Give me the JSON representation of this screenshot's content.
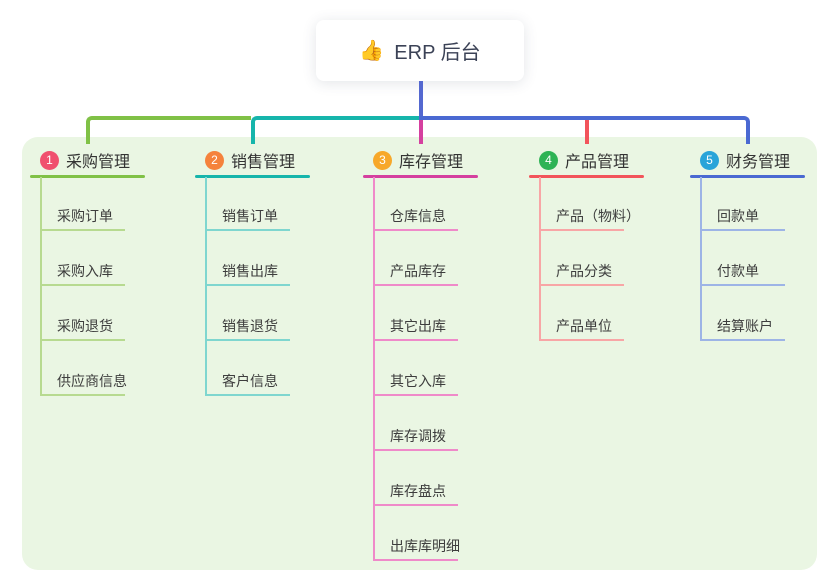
{
  "root": {
    "icon": "👍",
    "title": "ERP 后台"
  },
  "panel": {
    "bg": "#eaf6e3"
  },
  "connector": {
    "root_color": "#5468d0"
  },
  "branches": [
    {
      "num": "1",
      "label": "采购管理",
      "badge_color": "#f0506e",
      "line_color": "#80c146",
      "light_color": "#b7da90",
      "children": [
        "采购订单",
        "采购入库",
        "采购退货",
        "供应商信息"
      ]
    },
    {
      "num": "2",
      "label": "销售管理",
      "badge_color": "#f5823c",
      "line_color": "#16b5ab",
      "light_color": "#7fd6cf",
      "children": [
        "销售订单",
        "销售出库",
        "销售退货",
        "客户信息"
      ]
    },
    {
      "num": "3",
      "label": "库存管理",
      "badge_color": "#f7a82a",
      "line_color": "#d5409f",
      "light_color": "#ef8ac9",
      "children": [
        "仓库信息",
        "产品库存",
        "其它出库",
        "其它入库",
        "库存调拨",
        "库存盘点",
        "出库库明细"
      ]
    },
    {
      "num": "4",
      "label": "产品管理",
      "badge_color": "#2eb355",
      "line_color": "#f2545b",
      "light_color": "#f8a6a6",
      "children": [
        "产品（物料）",
        "产品分类",
        "产品单位"
      ]
    },
    {
      "num": "5",
      "label": "财务管理",
      "badge_color": "#29a4d9",
      "line_color": "#4a69d2",
      "light_color": "#9db4e6",
      "children": [
        "回款单",
        "付款单",
        "结算账户"
      ]
    }
  ]
}
